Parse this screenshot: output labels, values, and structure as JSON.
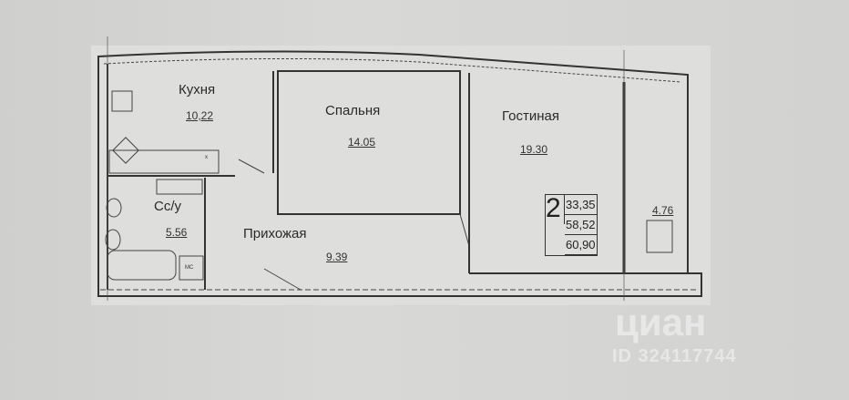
{
  "rooms": {
    "kitchen": {
      "name": "Кухня",
      "area": "10,22"
    },
    "bedroom": {
      "name": "Спальня",
      "area": "14.05"
    },
    "living": {
      "name": "Гостиная",
      "area": "19.30"
    },
    "bathroom": {
      "name": "Сс/у",
      "area": "5.56"
    },
    "hallway": {
      "name": "Прихожая",
      "area": "9.39"
    },
    "balcony": {
      "area": "4.76"
    }
  },
  "fixtures": {
    "fridge": "х",
    "meter": "МС"
  },
  "summary": {
    "rooms_count": "2",
    "living_area": "33,35",
    "total_area": "58,52",
    "total_with_balcony": "60,90"
  },
  "watermark": {
    "brand": "циан",
    "id": "ID 324117744"
  }
}
